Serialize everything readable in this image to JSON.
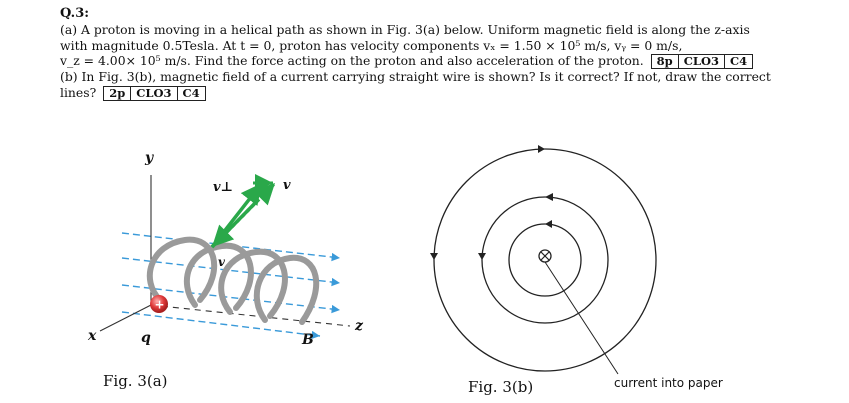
{
  "question": {
    "title": "Q.3:",
    "part_a_line1": "(a) A proton is moving in a helical path as shown in Fig. 3(a) below. Uniform magnetic field is along the z-axis",
    "part_a_line2": "with magnitude 0.5Tesla. At t = 0, proton has velocity components vₓ = 1.50 × 10⁵ m/s, vᵧ = 0 m/s,",
    "part_a_line3": "v_z = 4.00× 10⁵ m/s. Find the force acting on the proton and also acceleration of the proton.",
    "part_a_tags": [
      "8p",
      "CLO3",
      "C4"
    ],
    "part_b_line1": "(b) In Fig. 3(b), magnetic field of a current carrying straight wire is shown? Is it correct? If not, draw the correct",
    "part_b_line2": "lines?",
    "part_b_tags": [
      "2p",
      "CLO3",
      "C4"
    ]
  },
  "figure_a": {
    "caption": "Fig. 3(a)",
    "labels": {
      "y": "y",
      "x": "x",
      "z": "z",
      "q": "q",
      "v_perp": "v⊥",
      "v": "v",
      "v_inner": "v",
      "B": "B"
    },
    "colors": {
      "axis": "#333333",
      "field": "#3a9ad9",
      "helix": "#9a9a9a",
      "velocity": "#2aa84a",
      "charge": "#e03a3a"
    }
  },
  "figure_b": {
    "caption": "Fig. 3(b)",
    "wire_symbol": "⊗",
    "annotation": "current into paper",
    "colors": {
      "lines": "#222222"
    }
  }
}
